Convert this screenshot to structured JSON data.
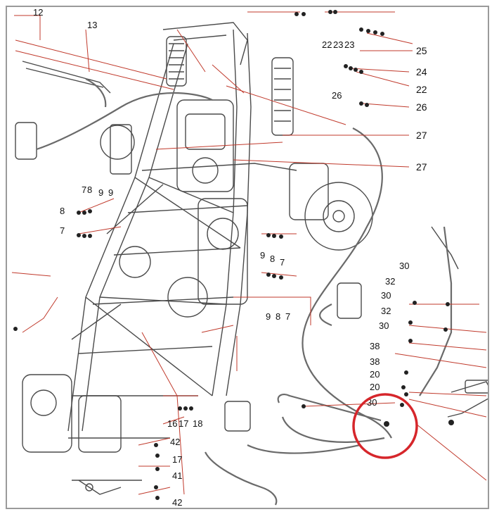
{
  "diagram": {
    "callouts": [
      "12",
      "13",
      "25",
      "22",
      "23",
      "23",
      "24",
      "22",
      "26",
      "26",
      "27",
      "27",
      "7",
      "8",
      "9",
      "9",
      "8",
      "7",
      "9",
      "8",
      "7",
      "9",
      "8",
      "7",
      "30",
      "32",
      "30",
      "32",
      "30",
      "38",
      "38",
      "20",
      "20",
      "30",
      "16",
      "17",
      "18",
      "42",
      "17",
      "41",
      "42"
    ],
    "highlight_color": "#d6262b",
    "line_color": "#c0392b",
    "ink_color": "#4a4a4a"
  }
}
